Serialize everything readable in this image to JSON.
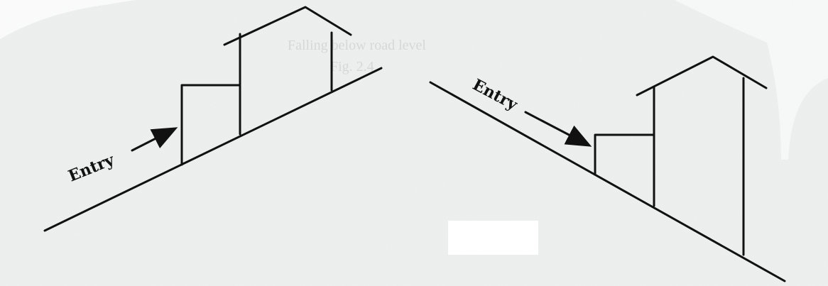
{
  "left_sketch": {
    "entry_label": "Entry"
  },
  "right_sketch": {
    "entry_label": "Entry"
  },
  "faint_background_text": {
    "line1": "Falling below road level",
    "line2": "Fig. 2.4"
  },
  "colors": {
    "paper": "#eef0f0",
    "ink": "#111111",
    "faint_ink": "#d6d8d8"
  }
}
